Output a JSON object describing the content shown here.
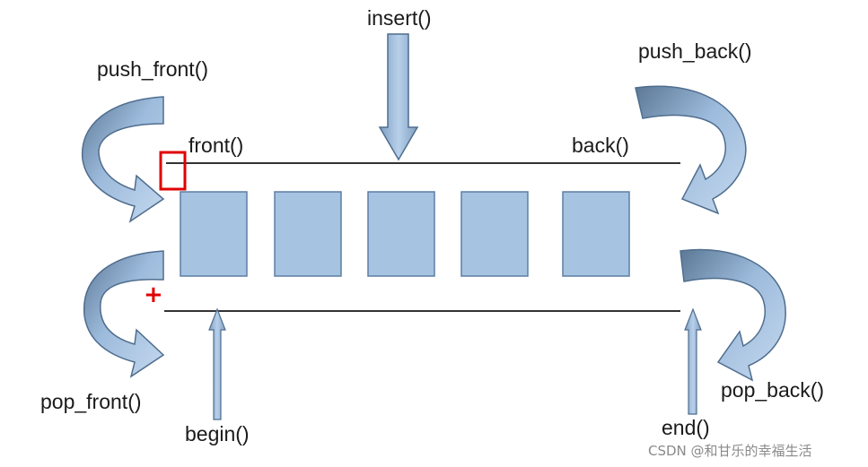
{
  "labels": {
    "insert": "insert()",
    "push_front": "push_front()",
    "push_back": "push_back()",
    "front": "front()",
    "back": "back()",
    "pop_front": "pop_front()",
    "pop_back": "pop_back()",
    "begin": "begin()",
    "end": "end()"
  },
  "container": {
    "element_count": 5,
    "element_fill": "#a6c3e2",
    "element_stroke": "#5d7fa3"
  },
  "arrows": {
    "fill": "#9dbbdc",
    "stroke": "#4f6d8e"
  },
  "marks": {
    "highlight_color": "#e00000",
    "plus_symbol": "+"
  },
  "watermark": {
    "text": "CSDN @和甘乐的幸福生活"
  }
}
